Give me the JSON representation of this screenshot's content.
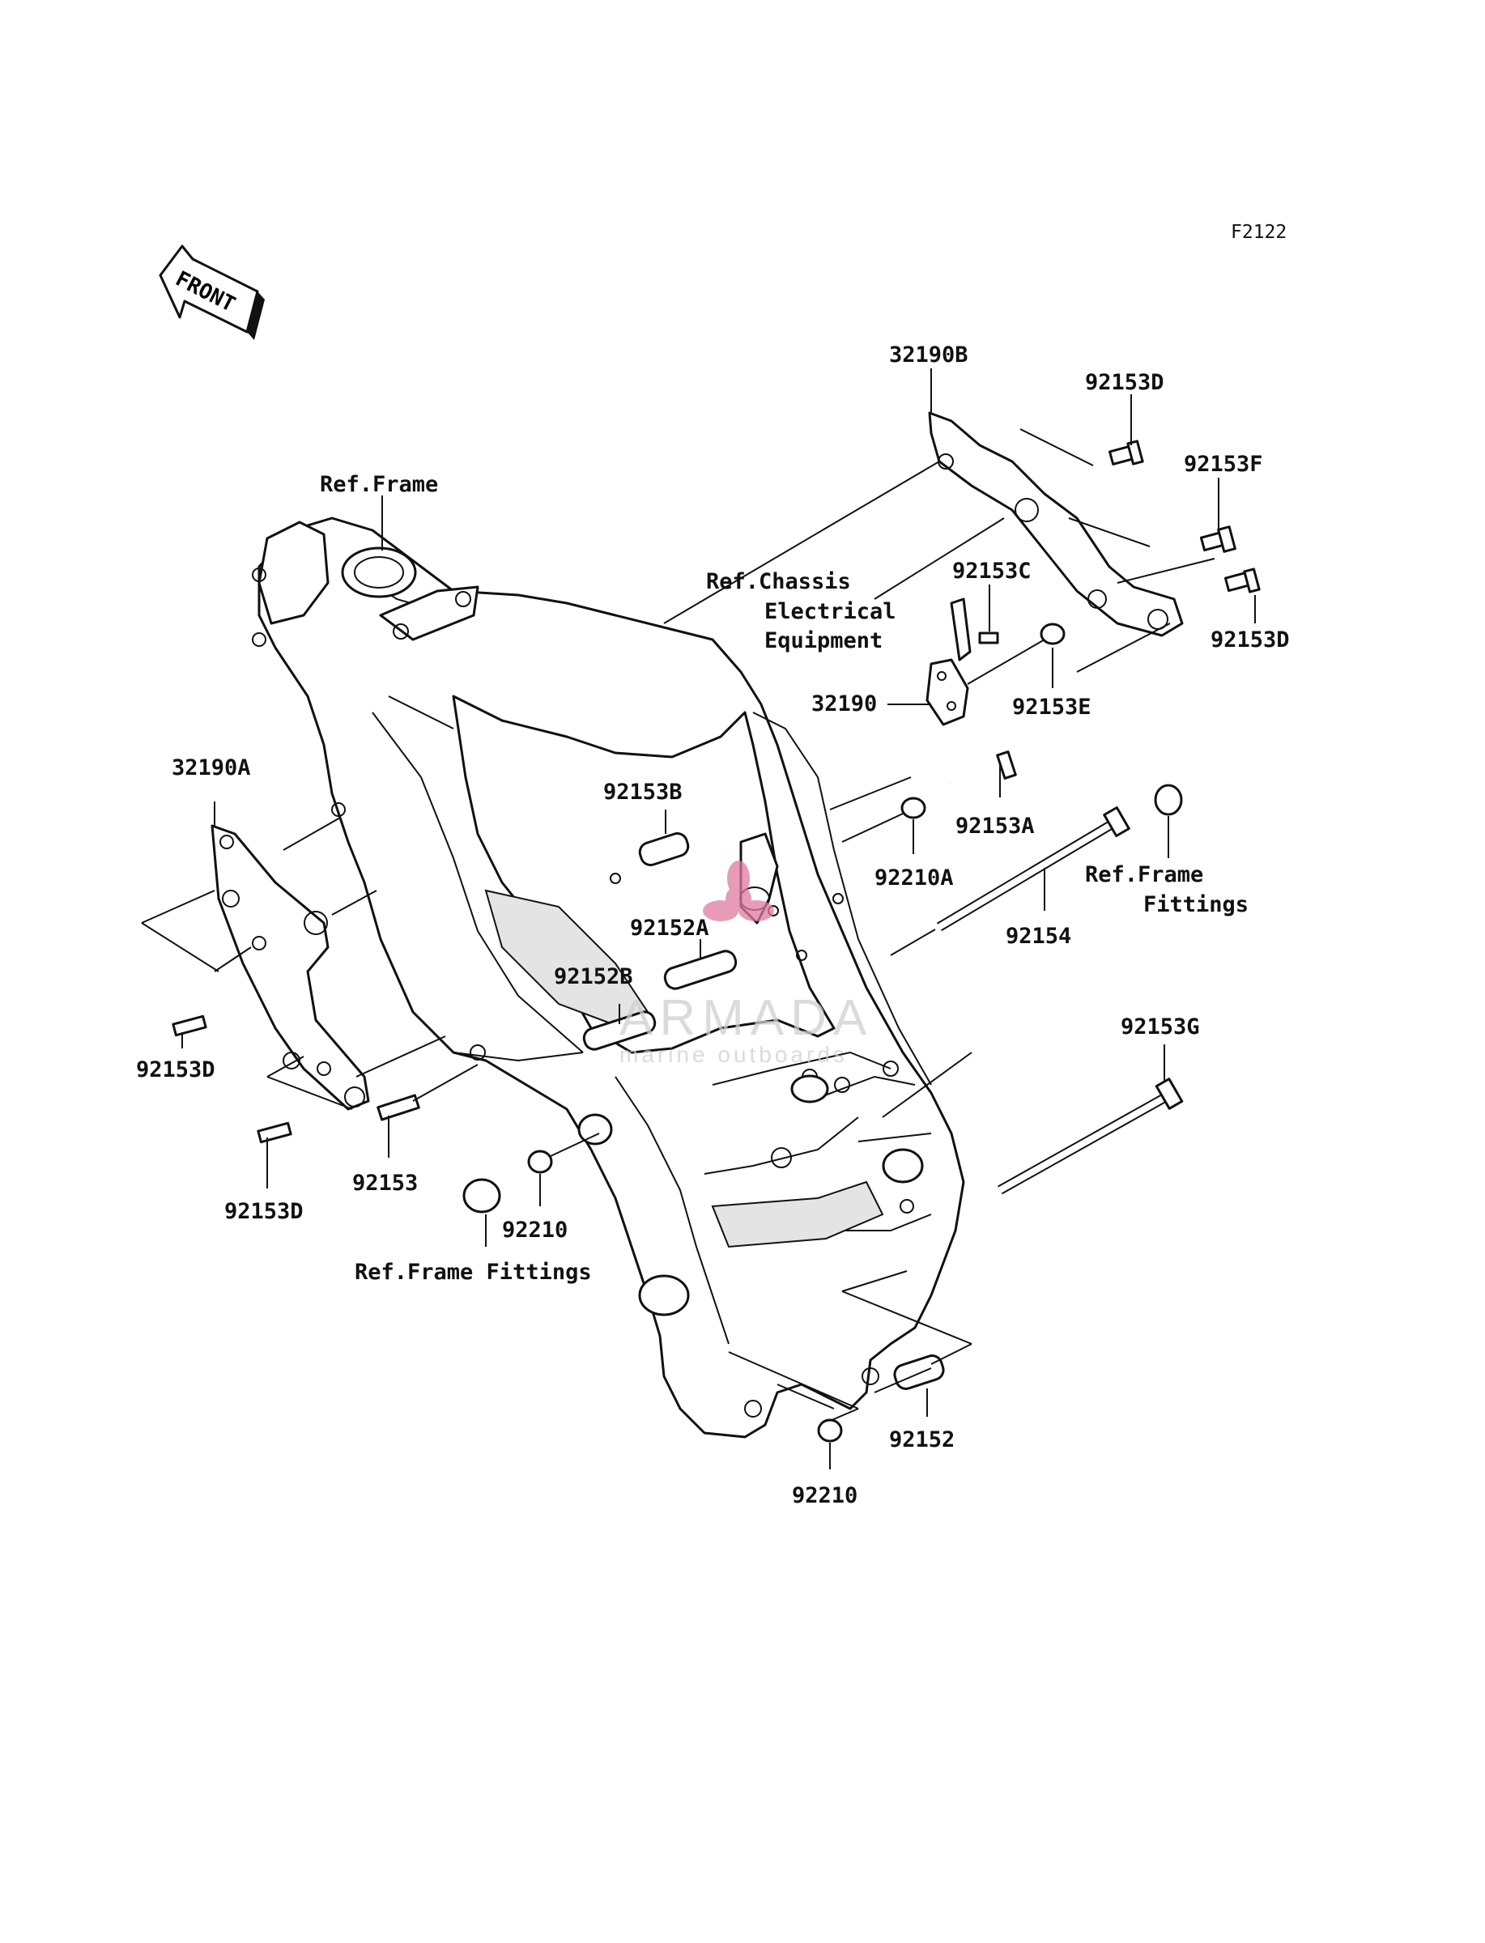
{
  "figure_code": "F2122",
  "front_arrow_text": "FRONT",
  "watermark": {
    "brand": "ARMADA",
    "tagline": "marine outboards",
    "color": "#e07aa0"
  },
  "labels": {
    "p32190B": "32190B",
    "p92153D_top": "92153D",
    "p92153F": "92153F",
    "ref_frame_top": "Ref.Frame",
    "p92153C": "92153C",
    "ref_chassis_1": "Ref.Chassis",
    "ref_chassis_2": "Electrical",
    "ref_chassis_3": "Equipment",
    "p92153D_right": "92153D",
    "p32190": "32190",
    "p92153E": "92153E",
    "p32190A": "32190A",
    "p92153B": "92153B",
    "p92153A": "92153A",
    "p92210A": "92210A",
    "ref_frame_fit_r1": "Ref.Frame",
    "ref_frame_fit_r2": "Fittings",
    "p92152A": "92152A",
    "p92154": "92154",
    "p92152B": "92152B",
    "p92153D_left1": "92153D",
    "p92153G": "92153G",
    "p92153": "92153",
    "p92153D_left2": "92153D",
    "p92210": "92210",
    "ref_frame_fit_b": "Ref.Frame Fittings",
    "p92152": "92152",
    "p92210_bottom": "92210"
  }
}
